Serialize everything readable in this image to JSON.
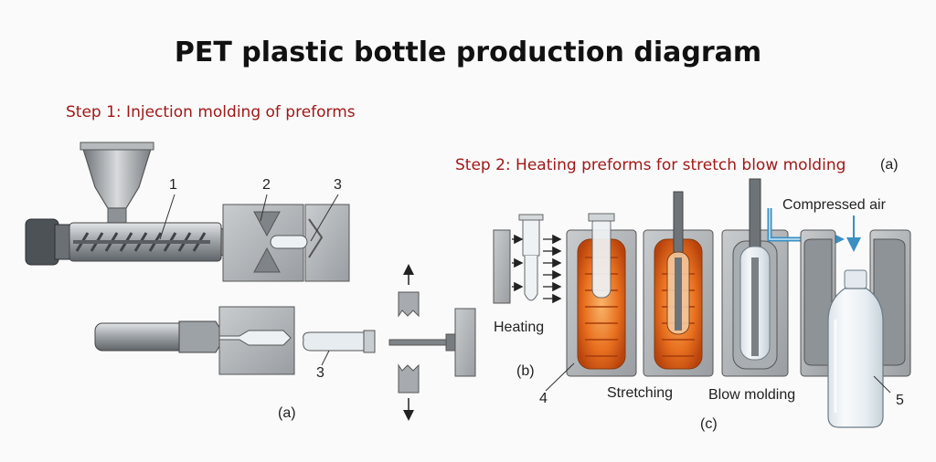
{
  "title": "PET plastic bottle production diagram",
  "step1": {
    "heading": "Step 1: Injection molding of preforms",
    "callouts": [
      "1",
      "2",
      "3",
      "3"
    ],
    "sublabel": "(a)"
  },
  "step2": {
    "heading": "Step 2: Heating preforms for stretch blow molding",
    "heading_tag": "(a)",
    "compressed_air": "Compressed air",
    "heating": "Heating",
    "stretching": "Stretching",
    "blow_molding": "Blow molding",
    "sub_b": "(b)",
    "sub_c": "(c)",
    "callout_4": "4",
    "callout_5": "5"
  },
  "colors": {
    "heading": "#a01818",
    "air": "#3b8fc2",
    "heat": "#e2631c",
    "steel": "#9aa0a6"
  }
}
